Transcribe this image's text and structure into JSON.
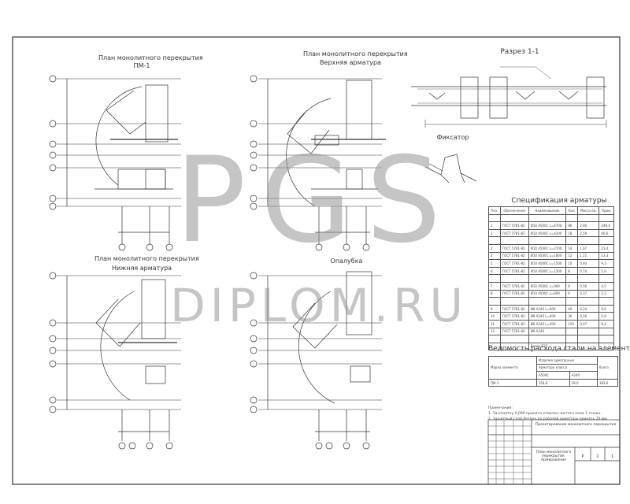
{
  "titles": {
    "plan1_line1": "План монолитного перекрытия",
    "plan1_line2": "ПМ-1",
    "plan2_line1": "План монолитного перекрытия",
    "plan2_line2": "Верхняя арматура",
    "section": "Разрез 1-1",
    "plan3_line1": "План монолитного перекрытия",
    "plan3_line2": "Нижняя арматура",
    "plan4": "Опалубка",
    "fixator": "Фиксатор",
    "spec_title": "Спецификация арматуры",
    "weight_title": "Ведомость расхода стали на элемент"
  },
  "watermark": {
    "line1": "PGS",
    "line2": "DIPLOM.RU"
  },
  "spec_table": {
    "headers": [
      "Поз.",
      "Обозначение",
      "Наименование",
      "Кол.",
      "Масса ед.",
      "Прим."
    ],
    "rows": [
      [
        "",
        "",
        "",
        "",
        "",
        ""
      ],
      [
        "1",
        "ГОСТ 5781-82",
        "Ø10 A500С L=4700",
        "86",
        "2,90",
        "249,4"
      ],
      [
        "2",
        "ГОСТ 5781-82",
        "Ø10 A500С L=4200",
        "18",
        "2,59",
        "46,6"
      ],
      [
        "",
        "",
        "",
        "",
        "",
        ""
      ],
      [
        "3",
        "ГОСТ 5781-82",
        "Ø10 A500С L=2700",
        "14",
        "1,67",
        "23,4"
      ],
      [
        "4",
        "ГОСТ 5781-82",
        "Ø10 A500С L=1800",
        "12",
        "1,11",
        "13,3"
      ],
      [
        "5",
        "ГОСТ 5781-82",
        "Ø10 A500С L=1500",
        "10",
        "0,93",
        "9,3"
      ],
      [
        "6",
        "ГОСТ 5781-82",
        "Ø10 A500С L=1200",
        "8",
        "0,74",
        "5,9"
      ],
      [
        "",
        "",
        "",
        "",
        "",
        ""
      ],
      [
        "7",
        "ГОСТ 5781-82",
        "Ø10 A500С L=900",
        "8",
        "0,56",
        "4,5"
      ],
      [
        "8",
        "ГОСТ 5781-82",
        "Ø10 A500С L=600",
        "6",
        "0,37",
        "2,2"
      ],
      [
        "",
        "",
        "",
        "",
        "",
        ""
      ],
      [
        "9",
        "ГОСТ 5781-82",
        "Ø8 A240 L=600",
        "40",
        "0,24",
        "9,6"
      ],
      [
        "10",
        "ГОСТ 5781-82",
        "Ø8 A240 L=400",
        "36",
        "0,16",
        "5,8"
      ],
      [
        "11",
        "ГОСТ 5781-82",
        "Ø6 A240 L=300",
        "120",
        "0,07",
        "8,4"
      ],
      [
        "12",
        "ГОСТ 5781-82",
        "Ø6 A240",
        "",
        "",
        ""
      ],
      [
        "",
        "",
        "",
        "",
        "",
        ""
      ],
      [
        "",
        "",
        "Бетон B25",
        "",
        "",
        ""
      ]
    ]
  },
  "weight_table": {
    "headers": [
      "Марка элемента",
      "Изделия арматурные",
      "Всего"
    ],
    "sub": [
      "Арматура класса",
      "A500С",
      "A240"
    ],
    "row": [
      "ПМ-1",
      "354,6",
      "29,0",
      "383,6"
    ]
  },
  "notes": {
    "line1": "Примечания:",
    "line2": "1. За отметку 0,000 принята отметка чистого пола 1 этажа.",
    "line3": "2. Защитный слой бетона до рабочей арматуры принять 20 мм."
  },
  "stamp": {
    "project": "Проектирование монолитного перекрытия",
    "sheet_title": "План монолитного перекрытия. Армирование",
    "stage": "Р",
    "sheet": "1",
    "sheets": "1"
  }
}
